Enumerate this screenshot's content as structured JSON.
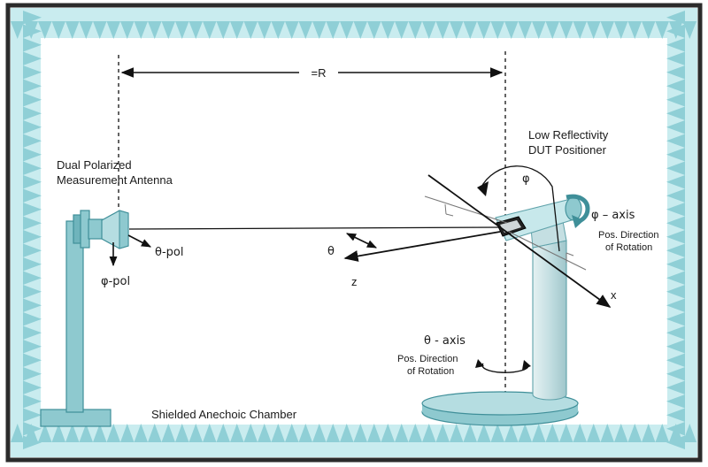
{
  "labels": {
    "distance": "=R",
    "antenna": [
      "Dual Polarized",
      "Measurement Antenna"
    ],
    "positioner": [
      "Low Reflectivity",
      "DUT Positioner"
    ],
    "theta_pol": "θ-pol",
    "phi_pol": "φ-pol",
    "theta": "θ",
    "z": "z",
    "x": "x",
    "phi": "φ",
    "phi_axis": "φ – axis",
    "phi_rotation": [
      "Pos. Direction",
      "of Rotation"
    ],
    "theta_axis": "θ - axis",
    "theta_rotation": [
      "Pos. Direction",
      "of Rotation"
    ],
    "chamber": "Shielded Anechoic Chamber"
  },
  "colors": {
    "frame": "#2b2b2b",
    "absorber": "#c9ecef",
    "absorber_edge": "#8fcfd6",
    "floor": "#ffffff",
    "metal": "#8ec9cf",
    "metal_dark": "#3f8f99",
    "metal_light": "#c7e8eb",
    "ink": "#111111"
  }
}
